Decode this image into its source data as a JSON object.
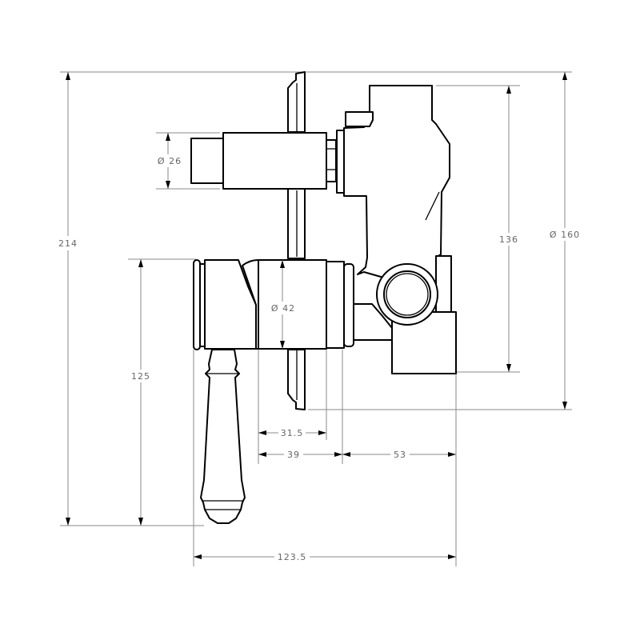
{
  "dimensions": {
    "overall_height": "214",
    "outlet_diameter": "Ø 26",
    "cartridge_diameter": "Ø 42",
    "handle_height": "125",
    "body_height": "136",
    "plate_diameter": "Ø 160",
    "depth_min": "31.5",
    "depth_max": "39",
    "body_depth": "53",
    "overall_depth": "123.5"
  },
  "colors": {
    "outline": "#000000",
    "dimension": "#8a8a8a"
  }
}
